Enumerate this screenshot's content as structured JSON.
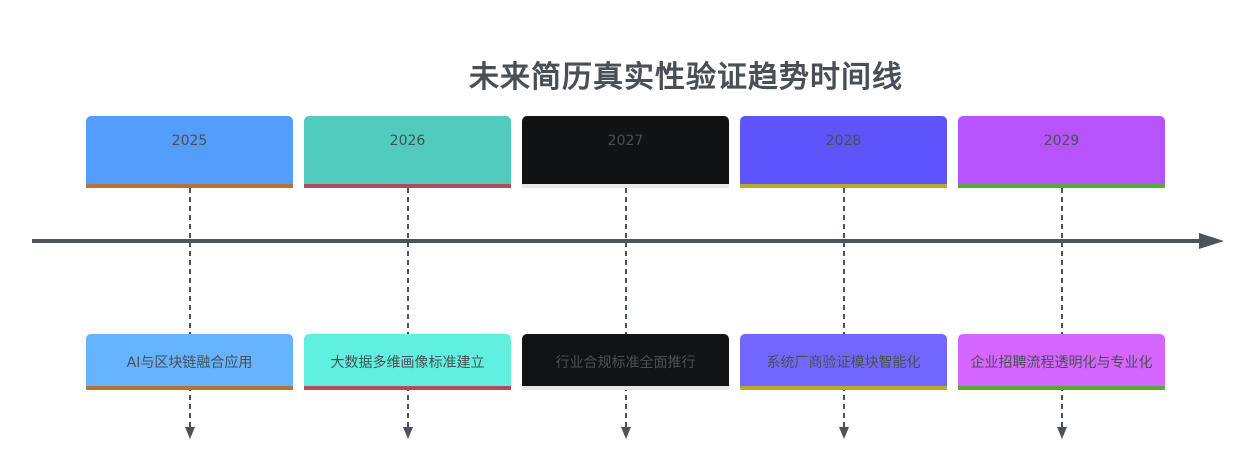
{
  "title": "未来简历真实性验证趋势时间线",
  "colors": {
    "axis": "#4d535a",
    "connector": "#4d535a",
    "text": "#4a4f55"
  },
  "periods": [
    {
      "year": "2025",
      "event": "AI与区块链融合应用",
      "period_color": "#559dfc",
      "event_color": "#66b3ff",
      "border_color": "#b87333"
    },
    {
      "year": "2026",
      "event": "大数据多维画像标准建立",
      "period_color": "#50cbbd",
      "event_color": "#5ff0e0",
      "border_color": "#b5485b"
    },
    {
      "year": "2027",
      "event": "行业合规标准全面推行",
      "period_color": "#111214",
      "event_color": "#121315",
      "border_color": "#e6e6e6"
    },
    {
      "year": "2028",
      "event": "系统厂商验证模块智能化",
      "period_color": "#5d54fc",
      "event_color": "#7167ff",
      "border_color": "#b8a92a"
    },
    {
      "year": "2029",
      "event": "企业招聘流程透明化与专业化",
      "period_color": "#b653fc",
      "event_color": "#d566ff",
      "border_color": "#5aa838"
    }
  ]
}
